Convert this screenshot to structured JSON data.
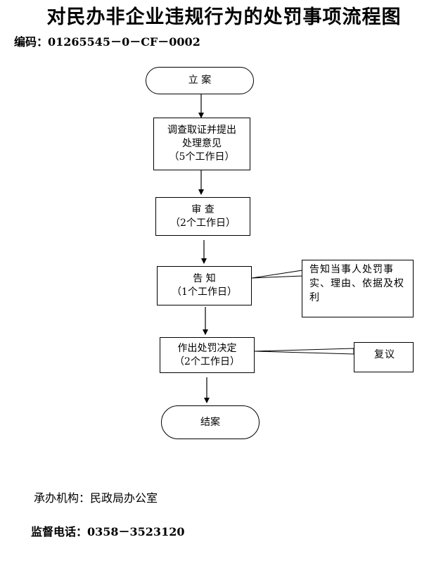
{
  "title": "对民办非企业违规行为的处罚事项流程图",
  "code": "编码：01265545－0－CF－0002",
  "steps": [
    {
      "lines": [
        "立 案"
      ]
    },
    {
      "lines": [
        "调查取证并提出",
        "处理意见",
        "（5个工作日）"
      ]
    },
    {
      "lines": [
        "审 查",
        "（2个工作日）"
      ]
    },
    {
      "lines": [
        "告 知",
        "（1个工作日）"
      ]
    },
    {
      "lines": [
        "作出处罚决定",
        "（2个工作日）"
      ]
    },
    {
      "lines": [
        "结案"
      ]
    }
  ],
  "notes": {
    "notify": "告知当事人处罚事实、理由、依据及权利",
    "review": "复议"
  },
  "footer": {
    "org": "承办机构：民政局办公室",
    "tel": "监督电话：0358－3523120"
  }
}
